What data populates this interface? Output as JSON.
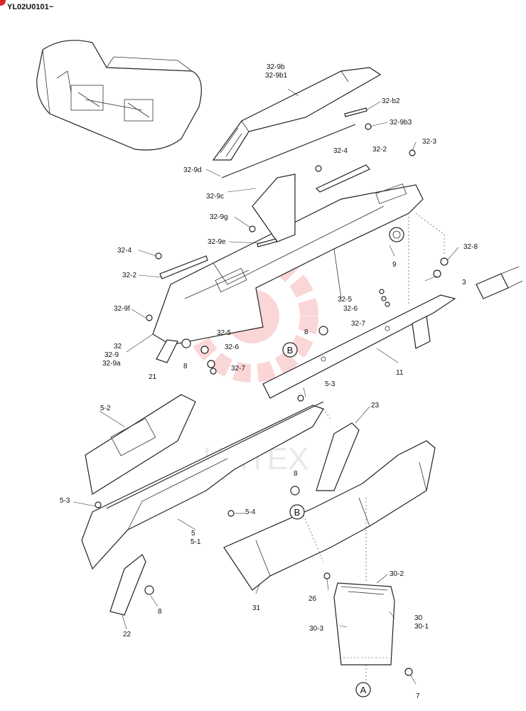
{
  "header": {
    "code": "YL02U0101~"
  },
  "watermark": {
    "text": "ИНТЕХ",
    "color": "#f4a6a8"
  },
  "accent_color": "#d9262c",
  "callouts": {
    "c32_9b": "32-9b",
    "c32_9b1": "32-9b1",
    "c32_b2": "32-b2",
    "c32_9b3": "32-9b3",
    "c32_3": "32-3",
    "c32_4_top": "32-4",
    "c32_2_top": "32-2",
    "c32_9d": "32-9d",
    "c32_9c": "32-9c",
    "c32_9g": "32-9g",
    "c32_9e": "32-9e",
    "c32_8": "32-8",
    "c32_4_left": "32-4",
    "c32_2_left": "32-2",
    "c9": "9",
    "c3": "3",
    "c32_9f": "32-9f",
    "c32_5_r": "32-5",
    "c32_6_r": "32-6",
    "c32_7_r": "32-7",
    "c32_5_l": "32-5",
    "c32_6_l": "32-6",
    "c32_7_l": "32-7",
    "c32": "32",
    "c32_9": "32-9",
    "c32_9a": "32-9a",
    "c21": "21",
    "c8_a": "8",
    "c8_b": "8",
    "cB_top": "B",
    "c11": "11",
    "c5_3_top": "5-3",
    "c5_2": "5-2",
    "c23": "23",
    "c8_c": "8",
    "c5_3_left": "5-3",
    "c5_4": "5-4",
    "cB_mid": "B",
    "c5": "5",
    "c5_1": "5-1",
    "c30_2": "30-2",
    "c26": "26",
    "c31": "31",
    "c30": "30",
    "c30_1": "30-1",
    "c30_3": "30-3",
    "c22": "22",
    "c8_d": "8",
    "cA": "A",
    "c7": "7"
  }
}
